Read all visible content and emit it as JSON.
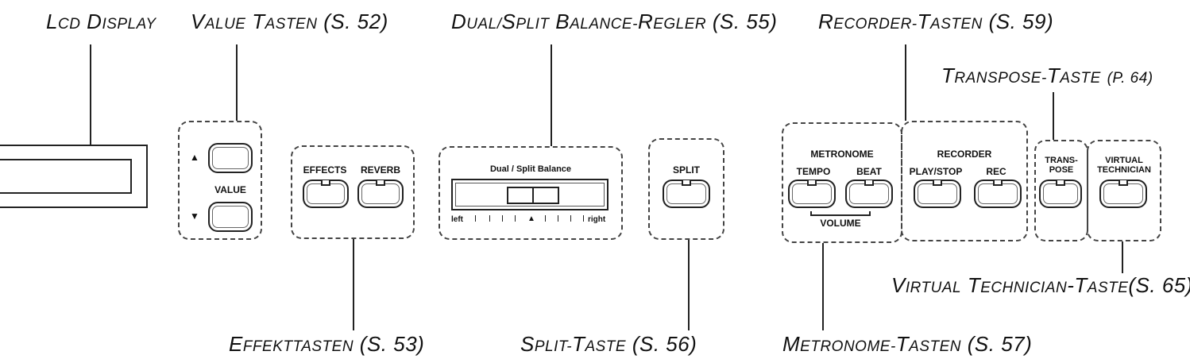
{
  "callouts": {
    "lcd_display": {
      "first": "L",
      "first_rest": "CD",
      "second": "D",
      "second_rest": "ISPLAY"
    },
    "value_tasten": {
      "first": "V",
      "first_rest": "ALUE",
      "second": "T",
      "second_rest": "ASTEN",
      "ref": "(S. 52)"
    },
    "dual_split": {
      "first": "D",
      "first_rest": "UAL/",
      "second": "S",
      "second_rest": "PLIT",
      "third": "B",
      "third_rest": "ALANCE-",
      "fourth": "R",
      "fourth_rest": "EGLER",
      "ref": "(S. 55)"
    },
    "recorder_tasten": {
      "first": "R",
      "first_rest": "ECORDER-",
      "second": "T",
      "second_rest": "ASTEN",
      "ref": "(S. 59)"
    },
    "transpose_taste": {
      "first": "T",
      "first_rest": "RANSPOSE-",
      "second": "T",
      "second_rest": "ASTE",
      "ref": "(P. 64)"
    },
    "virtual_technician": {
      "first": "V",
      "first_rest": "IRTUAL",
      "second": "T",
      "second_rest": "ECHNICIAN",
      "third": "-T",
      "third_rest": "ASTE",
      "ref": "(S. 65)"
    },
    "effekttasten": {
      "first": "E",
      "first_rest": "FFEKTTASTEN",
      "ref": "(S. 53)"
    },
    "split_taste": {
      "first": "S",
      "first_rest": "PLIT-",
      "second": "T",
      "second_rest": "ASTE",
      "ref": "(S. 56)"
    },
    "metronome_tasten": {
      "first": "M",
      "first_rest": "ETRONOME-",
      "second": "T",
      "second_rest": "ASTEN",
      "ref": "(S. 57)"
    }
  },
  "panel": {
    "value_label": "VALUE",
    "up_arrow": "▲",
    "down_arrow": "▼",
    "effects_label": "EFFECTS",
    "reverb_label": "REVERB",
    "balance_title": "Dual / Split Balance",
    "balance_left": "left",
    "balance_right": "right",
    "balance_marker": "▲",
    "split_label": "SPLIT",
    "metronome_label": "METRONOME",
    "tempo_label": "TEMPO",
    "beat_label": "BEAT",
    "volume_label": "VOLUME",
    "recorder_label": "RECORDER",
    "playstop_label": "PLAY/STOP",
    "rec_label": "REC",
    "transpose_label_1": "TRANS-",
    "transpose_label_2": "POSE",
    "virtual_label_1": "VIRTUAL",
    "virtual_label_2": "TECHNICIAN"
  }
}
